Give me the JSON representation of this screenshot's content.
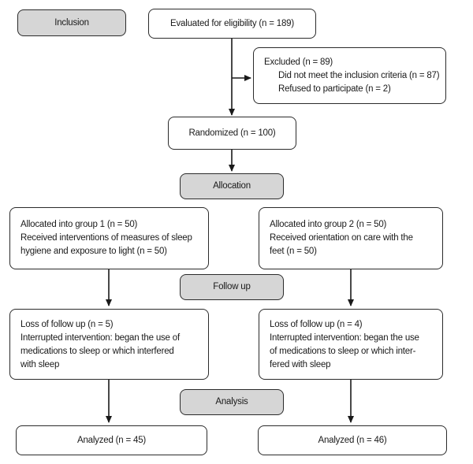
{
  "flow": {
    "stages": {
      "inclusion": "Inclusion",
      "allocation": "Allocation",
      "follow_up": "Follow up",
      "analysis": "Analysis"
    },
    "eligibility": {
      "lines": [
        "Evaluated for eligibility (n = 189)"
      ]
    },
    "excluded": {
      "lines": [
        "Excluded (n = 89)",
        "Did not meet the inclusion criteria (n = 87)",
        "Refused to participate (n = 2)"
      ]
    },
    "randomized": {
      "lines": [
        "Randomized (n = 100)"
      ]
    },
    "group1": {
      "lines": [
        "Allocated into group 1 (n = 50)",
        "Received interventions of measures of sleep",
        "hygiene and exposure to light (n = 50)"
      ]
    },
    "group2": {
      "lines": [
        "Allocated into group 2 (n = 50)",
        "Received orientation on care with the",
        "feet (n = 50)"
      ]
    },
    "loss1": {
      "lines": [
        "Loss of follow up (n = 5)",
        "Interrupted intervention: began the use of",
        "medications to sleep or which interfered",
        "with sleep"
      ]
    },
    "loss2": {
      "lines": [
        "Loss of follow up (n = 4)",
        "Interrupted intervention: began the use",
        "of medications to sleep or which inter-",
        "fered with sleep"
      ]
    },
    "analyzed1": {
      "lines": [
        "Analyzed (n = 45)"
      ]
    },
    "analyzed2": {
      "lines": [
        "Analyzed (n = 46)"
      ]
    },
    "colors": {
      "stage_fill": "#d6d6d6",
      "box_fill": "#ffffff",
      "border": "#2b2b2b",
      "arrow": "#1a1a1a",
      "text": "#1a1a1a"
    }
  }
}
